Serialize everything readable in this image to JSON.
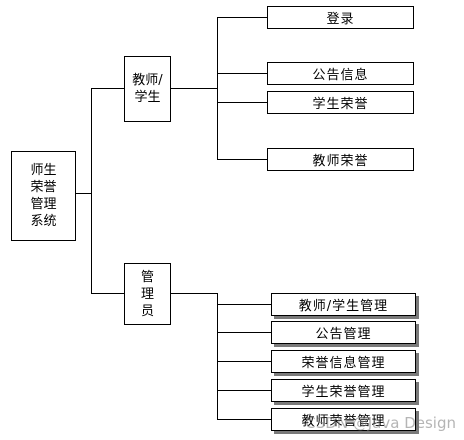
{
  "root": {
    "lines": [
      "师生",
      "荣誉",
      "管理",
      "系统"
    ]
  },
  "teacher_student": {
    "lines": [
      "教师/",
      "学生"
    ],
    "children": [
      "登录",
      "公告信息",
      "学生荣誉",
      "教师荣誉"
    ]
  },
  "admin": {
    "lines": [
      "管",
      "理",
      "员"
    ],
    "children": [
      "教师/学生管理",
      "公告管理",
      "荣誉信息管理",
      "学生荣誉管理",
      "教师荣誉管理"
    ]
  },
  "watermark": "CSDN @Java Design"
}
